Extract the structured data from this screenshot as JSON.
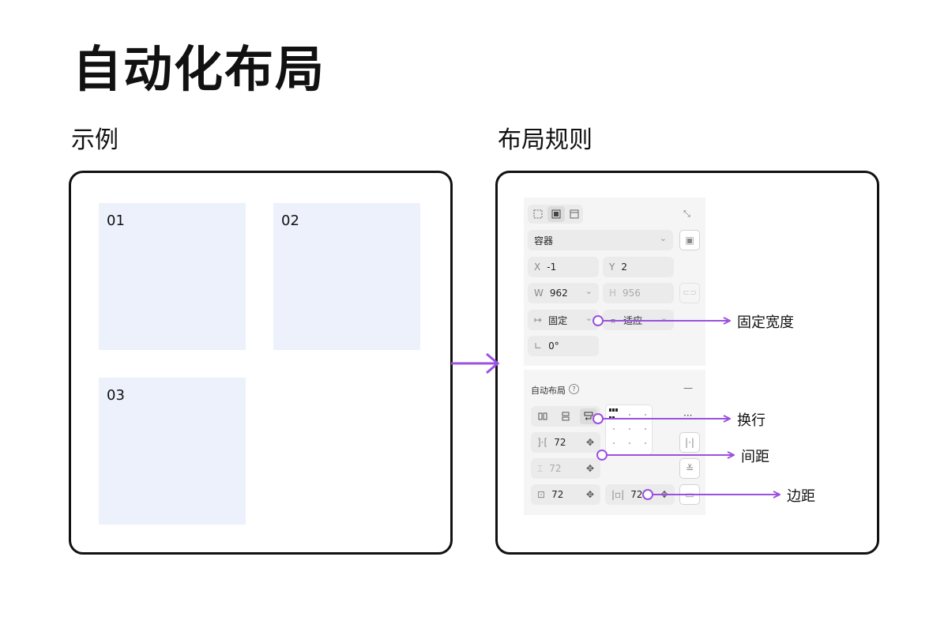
{
  "title": "自动化布局",
  "example": {
    "heading": "示例",
    "tiles": [
      "01",
      "02",
      "03"
    ]
  },
  "rules": {
    "heading": "布局规则",
    "panel": {
      "container_select": "容器",
      "x": {
        "label": "X",
        "value": "-1"
      },
      "y": {
        "label": "Y",
        "value": "2"
      },
      "w": {
        "label": "W",
        "value": "962"
      },
      "h": {
        "label": "H",
        "value": "956"
      },
      "width_mode": "固定",
      "height_mode": "适应",
      "rotation": "0°",
      "auto_layout_label": "自动布局",
      "gap_h": "72",
      "gap_v": "72",
      "padding_v": "72",
      "padding_h": "72",
      "more": "···",
      "collapse": "—"
    },
    "annotations": {
      "fixed_width": "固定宽度",
      "wrap": "换行",
      "spacing": "间距",
      "padding": "边距"
    }
  },
  "colors": {
    "accent": "#9b51e0",
    "tile": "#ecf1fb"
  }
}
